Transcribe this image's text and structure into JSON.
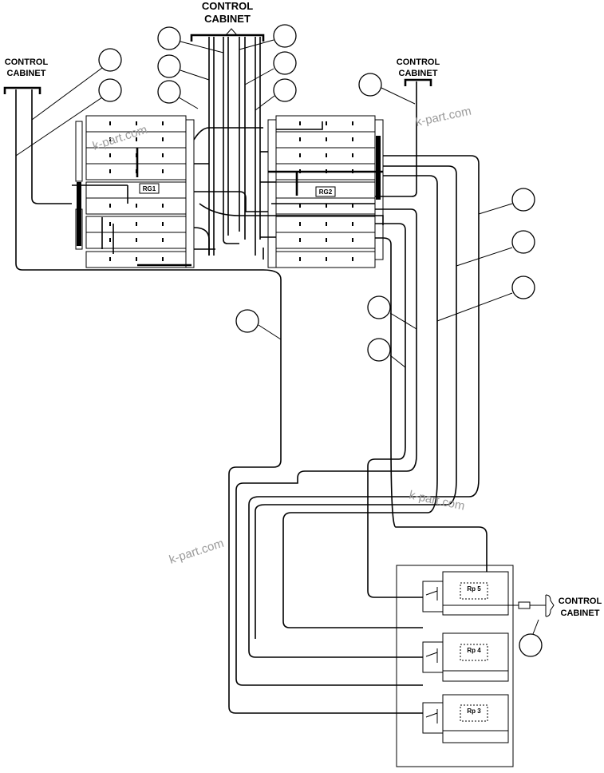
{
  "labels": {
    "control_cabinet_top_1": "CONTROL",
    "control_cabinet_top_2": "CABINET",
    "control_cabinet_left_1": "CONTROL",
    "control_cabinet_left_2": "CABINET",
    "control_cabinet_mid_1": "CONTROL",
    "control_cabinet_mid_2": "CABINET",
    "control_cabinet_right_1": "CONTROL",
    "control_cabinet_right_2": "CABINET",
    "relay_group_1": "RG1",
    "relay_group_2": "RG2",
    "relay_panel_5": "Rp 5",
    "relay_panel_4": "Rp 4",
    "relay_panel_3": "Rp 3"
  },
  "watermarks": [
    "k-part.com",
    "k-part.com",
    "k-part.com"
  ]
}
